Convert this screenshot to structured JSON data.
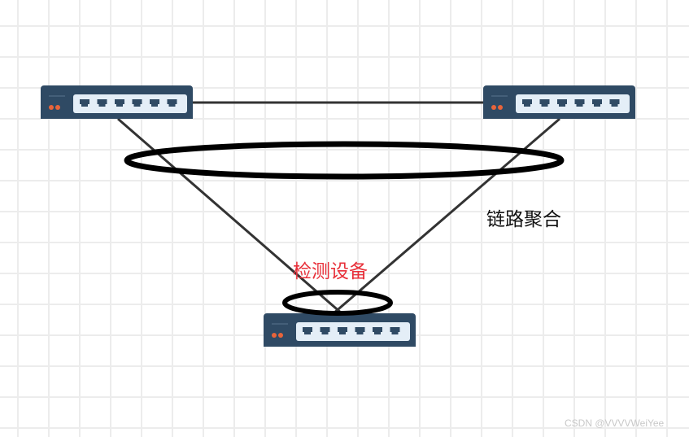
{
  "labels": {
    "aggregation": "链路聚合",
    "detection": "检测设备"
  },
  "watermark": "CSDN @VVVVWeiYee",
  "colors": {
    "switch_body": "#2f4a64",
    "port_panel": "#e4eef7",
    "led": "#e8643a",
    "detect_label": "#e8303a"
  },
  "switches": [
    {
      "name": "switch-top-left",
      "ports": 6
    },
    {
      "name": "switch-top-right",
      "ports": 6
    },
    {
      "name": "switch-bottom",
      "ports": 6
    }
  ]
}
